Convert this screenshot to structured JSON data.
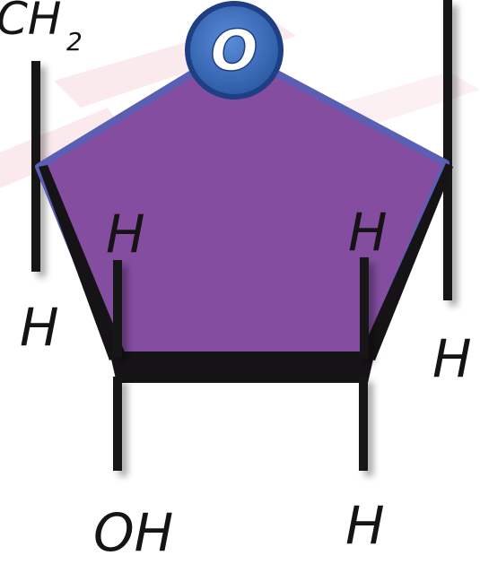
{
  "diagram": {
    "labels": {
      "ch2": "CH",
      "ch2_subscript": "2",
      "ring_oxygen": "O",
      "h_inner_left": "H",
      "h_inner_right": "H",
      "h_outer_left": "H",
      "h_outer_right": "H",
      "oh_bottom_left": "OH",
      "h_bottom_right": "H"
    },
    "colors": {
      "ring_fill": "#844DA0",
      "ring_edge": "#5A5FB4",
      "oxygen_fill": "#3D6FB9",
      "oxygen_ring": "#1F3F84",
      "bond": "#151315",
      "background_tint": "#F7D9DF"
    }
  }
}
